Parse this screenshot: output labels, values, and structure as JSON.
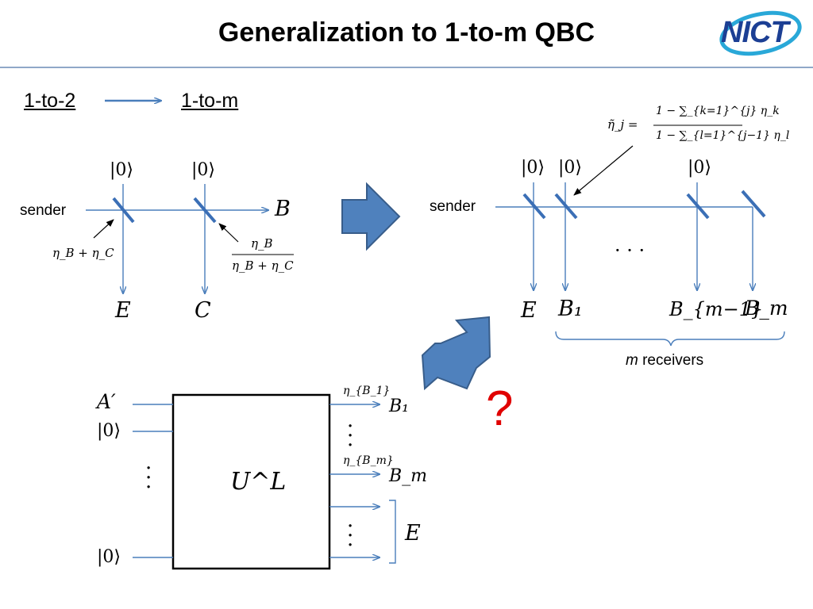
{
  "slide": {
    "title": "Generalization to 1-to-m QBC",
    "logo_text": "NICT"
  },
  "flow": {
    "from_label": "1-to-2",
    "to_label": "1-to-m"
  },
  "left_diagram": {
    "sender_label": "sender",
    "ket_1": "|0⟩",
    "ket_2": "|0⟩",
    "output_B": "B",
    "output_E": "E",
    "output_C": "C",
    "bs1_transmissivity": "η_B + η_C",
    "bs2_transmissivity_num": "η_B",
    "bs2_transmissivity_den": "η_B + η_C"
  },
  "right_diagram": {
    "sender_label": "sender",
    "ket_1": "|0⟩",
    "ket_2": "|0⟩",
    "ket_3": "|0⟩",
    "formula_lhs": "η̃_j =",
    "formula_num": "1 − ∑_{k=1}^{j} η_k",
    "formula_den": "1 − ∑_{l=1}^{j−1} η_l",
    "dots": "· · ·",
    "output_E": "E",
    "output_B1": "B₁",
    "output_Bm1": "B_{m−1}",
    "output_Bm": "B_m",
    "receivers_italic": "m",
    "receivers_text": "receivers"
  },
  "bottom_diagram": {
    "input_A": "A′",
    "input_ket1": "|0⟩",
    "input_ket_last": "|0⟩",
    "unitary": "U^L",
    "eta_B1": "η_{B_1}",
    "eta_Bm": "η_{B_m}",
    "output_B1": "B₁",
    "output_Bm": "B_m",
    "output_E": "E"
  },
  "question_mark": "?",
  "colors": {
    "line_blue": "#4a7ebb",
    "splitter_blue": "#3b6fb6",
    "arrow_fill": "#4f81bd",
    "arrow_stroke": "#385d8a",
    "question_red": "#e00000"
  }
}
